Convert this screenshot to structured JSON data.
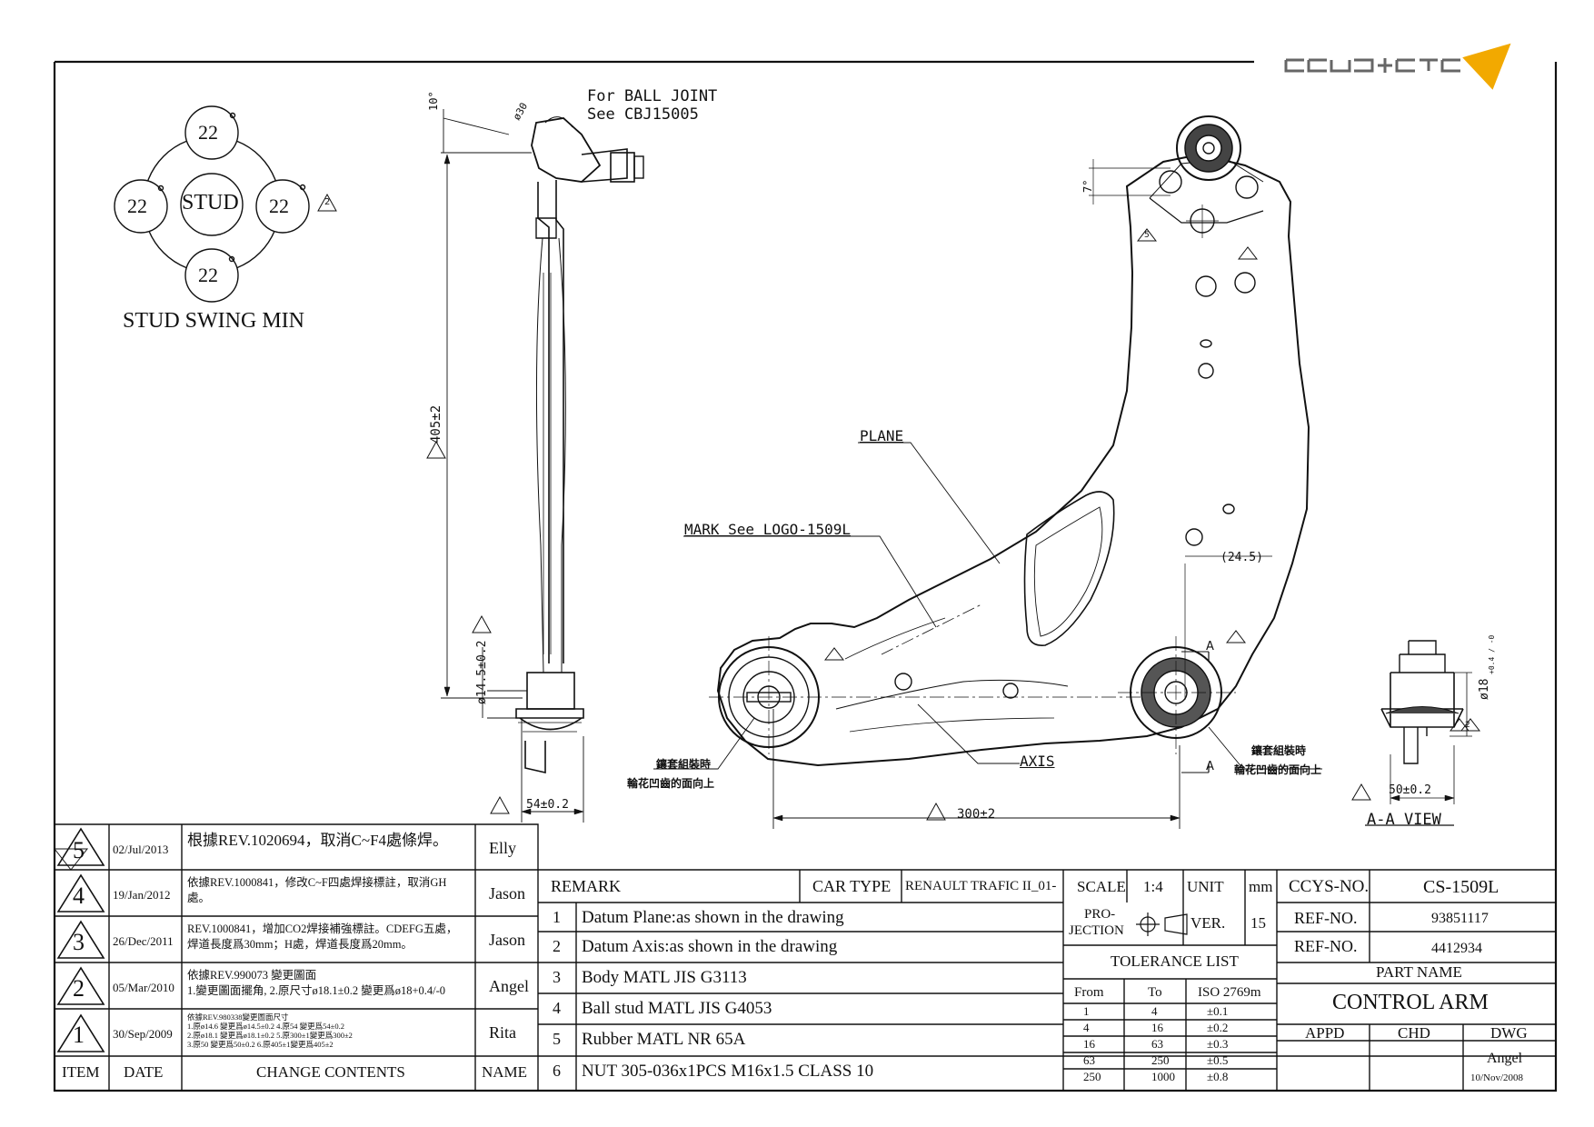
{
  "brand": {
    "logo_text": "CCYS+CTC"
  },
  "stud_swing": {
    "title": "STUD SWING MIN",
    "center": "STUD",
    "top": "22",
    "left": "22",
    "right": "22",
    "bottom": "22",
    "deg": "°",
    "rev_marker": "2"
  },
  "callouts": {
    "ball_joint_line1": "For BALL JOINT",
    "ball_joint_line2": "See CBJ15005",
    "plane": "PLANE",
    "mark": "MARK See LOGO-1509L",
    "axis": "AXIS",
    "bushing_left_line1": "鑲套組裝時",
    "bushing_left_line2": "輪花凹齒的面向上",
    "bushing_right_line1": "鑲套組裝時",
    "bushing_right_line2": "輪花凹齒的面向上",
    "section_a_top": "A",
    "section_a_bottom": "A",
    "view_title": "A-A VIEW"
  },
  "dimensions": {
    "angle_10": "10°",
    "dia_30": "ø30",
    "length_405": "405±2",
    "dia_14_5": "ø14.5±0.2",
    "width_54": "54±0.2",
    "angle_7": "7°",
    "dist_24_5": "(24.5)",
    "dist_300": "300±2",
    "dia_18": "ø18",
    "dia_18_tol": "+0.4 / -0",
    "width_50": "50±0.2",
    "rev_mark_5": "5",
    "rev_mark_2": "2"
  },
  "revisions": [
    {
      "item": "5",
      "date": "02/Jul/2013",
      "content": [
        "根據REV.1020694，取消C~F4處條焊。"
      ],
      "name": "Elly"
    },
    {
      "item": "4",
      "date": "19/Jan/2012",
      "content": [
        "依據REV.1000841，修改C~F四處焊接標註，取消GH",
        "處。"
      ],
      "name": "Jason"
    },
    {
      "item": "3",
      "date": "26/Dec/2011",
      "content": [
        "REV.1000841，增加CO2焊接補強標註。CDEFG五處，",
        "焊道長度爲30mm；H處，焊道長度爲20mm。"
      ],
      "name": "Jason"
    },
    {
      "item": "2",
      "date": "05/Mar/2010",
      "content": [
        "依據REV.990073 變更圖面",
        "1.變更圖面擺角, 2.原尺寸ø18.1±0.2 變更爲ø18+0.4/-0"
      ],
      "name": "Angel"
    },
    {
      "item": "1",
      "date": "30/Sep/2009",
      "content": [
        "依據REV.980338變更圖面尺寸",
        "1.原ø14.6 變更爲ø14.5±0.2    4.原54 變更爲54±0.2",
        "2.原ø18.1 變更爲ø18.1±0.2    5.原300±1變更爲300±2",
        "3.原50 變更爲50±0.2           6.原405±1變更爲405±2"
      ],
      "name": "Rita"
    }
  ],
  "rev_header": {
    "item": "ITEM",
    "date": "DATE",
    "content": "CHANGE CONTENTS",
    "name": "NAME"
  },
  "remark": {
    "label": "REMARK",
    "car_type_label": "CAR TYPE",
    "car_type_value": "RENAULT TRAFIC II_01-",
    "items": [
      {
        "no": "1",
        "text": "Datum Plane:as shown in the drawing"
      },
      {
        "no": "2",
        "text": "Datum Axis:as shown in the drawing"
      },
      {
        "no": "3",
        "text": "Body MATL JIS G3113"
      },
      {
        "no": "4",
        "text": "Ball stud MATL JIS G4053"
      },
      {
        "no": "5",
        "text": "Rubber MATL NR 65A"
      },
      {
        "no": "6",
        "text": "NUT 305-036x1PCS M16x1.5 CLASS 10"
      }
    ]
  },
  "scale": {
    "label": "SCALE",
    "value": "1:4",
    "unit_label": "UNIT",
    "unit_value": "mm"
  },
  "projection": {
    "label_line1": "PRO-",
    "label_line2": "JECTION",
    "ver_label": "VER.",
    "ver_value": "15"
  },
  "tolerance": {
    "title": "TOLERANCE LIST",
    "headers": [
      "From",
      "To",
      "ISO 2769m"
    ],
    "rows": [
      [
        "1",
        "4",
        "±0.1"
      ],
      [
        "4",
        "16",
        "±0.2"
      ],
      [
        "16",
        "63",
        "±0.3"
      ],
      [
        "63",
        "250",
        "±0.5"
      ],
      [
        "250",
        "1000",
        "±0.8"
      ]
    ]
  },
  "ids": {
    "ccys_label": "CCYS-NO.",
    "ccys_value": "CS-1509L",
    "ref1_label": "REF-NO.",
    "ref1_value": "93851117",
    "ref2_label": "REF-NO.",
    "ref2_value": "4412934",
    "part_name_label": "PART NAME",
    "part_name_value": "CONTROL ARM",
    "appd": "APPD",
    "chd": "CHD",
    "dwg": "DWG",
    "dwg_name": "Angel",
    "dwg_date": "10/Nov/2008"
  }
}
